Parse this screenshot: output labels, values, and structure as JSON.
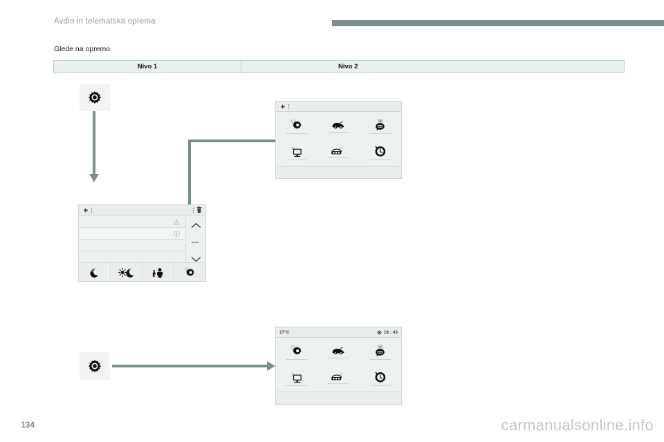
{
  "header": {
    "title": "Avdio in telematska oprema",
    "rule_color": "#7d8e8e"
  },
  "section": {
    "caption": "Glede na opremo"
  },
  "level_table": {
    "columns": [
      "Nivo 1",
      "Nivo 2"
    ]
  },
  "launchers": [
    {
      "name": "gear-button-top",
      "icon": "gear-icon"
    },
    {
      "name": "gear-button-bottom",
      "icon": "gear-icon"
    }
  ],
  "menu_screen": {
    "status_bar": {
      "back_icon": "back-arrow-icon",
      "menu_icon": "more-options-icon"
    },
    "icons": [
      "settings-gear-icon",
      "car-vehicle-icon",
      "speech-bubble-driving-icon",
      "display-screen-icon",
      "parking-sensors-icon",
      "lighting-timer-icon"
    ]
  },
  "list_screen": {
    "status_bar": {
      "back_icon": "back-arrow-icon",
      "menu_icon": "more-options-icon",
      "trash_icon": "trash-bin-icon"
    },
    "rows": [
      {
        "icon": "warning-triangle-icon"
      },
      {
        "icon": "info-circle-icon"
      },
      {
        "icon": ""
      }
    ],
    "scroll": {
      "up_icon": "chevron-up-icon",
      "handle_icon": "scroll-handle-icon",
      "down_icon": "chevron-down-icon"
    },
    "bottom_icons": [
      "moon-night-icon",
      "sun-moon-day-night-icon",
      "pedestrian-detection-icon",
      "settings-gear-icon"
    ]
  },
  "home_screen": {
    "status_bar": {
      "temperature": "17°C",
      "settings_icon": "gear-icon",
      "time": "18 : 43"
    },
    "icons": [
      "settings-gear-icon",
      "car-vehicle-icon",
      "speech-bubble-driving-icon",
      "display-screen-icon",
      "parking-sensors-icon",
      "lighting-timer-icon"
    ]
  },
  "footer": {
    "page_number": "134",
    "watermark": "carmanualsonline.info"
  }
}
